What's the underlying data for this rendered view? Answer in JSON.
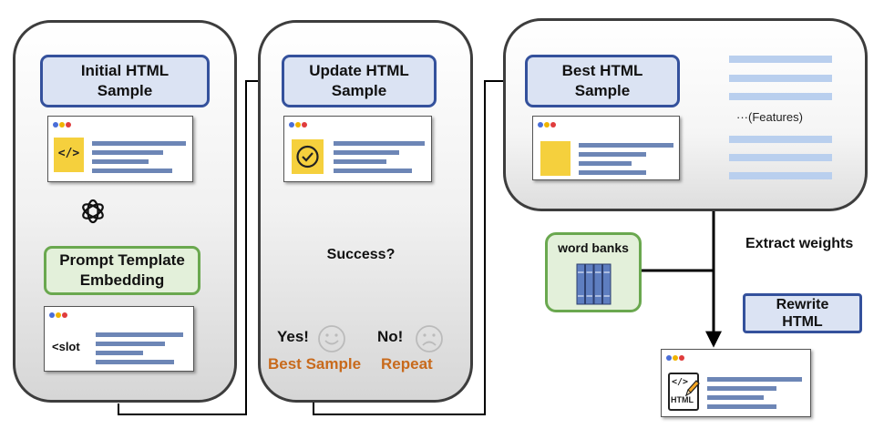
{
  "panel1": {
    "initial_title": "Initial HTML\nSample",
    "code_glyph": "</>",
    "prompt_title": "Prompt Template\nEmbedding",
    "slot_text": "<slot"
  },
  "panel2": {
    "update_title": "Update HTML\nSample",
    "decision": "Success?",
    "yes_label": "Yes!",
    "yes_outcome": "Best Sample",
    "no_label": "No!",
    "no_outcome": "Repeat"
  },
  "panel3": {
    "best_title": "Best HTML\nSample",
    "features_label": "···(Features)"
  },
  "word_banks": {
    "label": "word banks"
  },
  "extract": {
    "label": "Extract weights"
  },
  "rewrite": {
    "label": "Rewrite\nHTML"
  },
  "final_card": {
    "html_label": "HTML",
    "code_glyph": "</>"
  },
  "colors": {
    "blue_border": "#34519c",
    "blue_fill": "#dbe3f3",
    "green_border": "#6aa84f",
    "green_fill": "#e3f0da",
    "diamond_fill": "#fbf0c6",
    "diamond_border": "#b8921a",
    "accent_orange": "#c86a1c",
    "code_yellow": "#f5d03d",
    "feature_bar": "#b9cfee",
    "text_line": "#6d86b6"
  }
}
